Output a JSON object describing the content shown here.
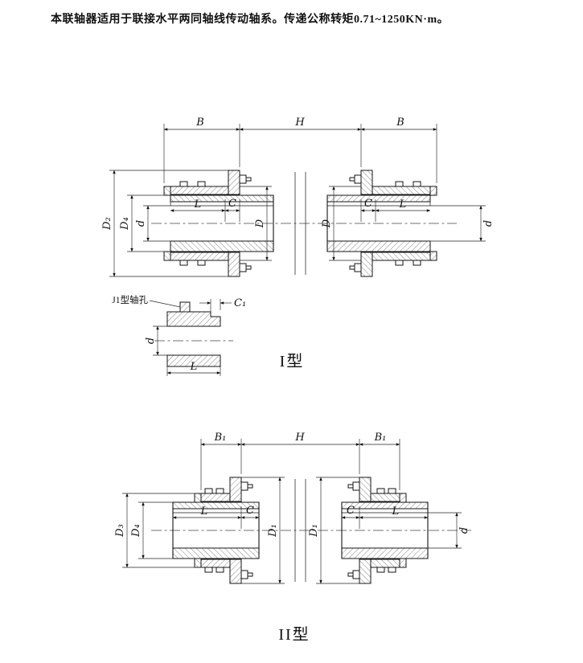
{
  "intro": "本联轴器适用于联接水平两同轴线传动轴系。传递公称转矩0.71~1250KN·m。",
  "type1": {
    "caption": "I型",
    "dims": {
      "b_left": "B",
      "h": "H",
      "b_right": "B",
      "d2": "D₂",
      "d4": "D₄",
      "d_bore_left": "d",
      "l_left": "L",
      "c_left": "C",
      "d_left": "D",
      "d_right": "D",
      "c_right": "C",
      "l_right": "L",
      "d_bore_right": "d"
    },
    "detail": {
      "label": "J1型轴孔",
      "c1": "C₁",
      "d": "d",
      "l": "L"
    }
  },
  "type2": {
    "caption": "II型",
    "dims": {
      "b1_left": "B₁",
      "h": "H",
      "b1_right": "B₁",
      "d3": "D₃",
      "d4": "D₄",
      "l_left": "L",
      "c_left": "C",
      "d1_left": "D₁",
      "d1_right": "D₁",
      "c_right": "C",
      "l_right": "L",
      "d_bore_right": "d"
    }
  }
}
